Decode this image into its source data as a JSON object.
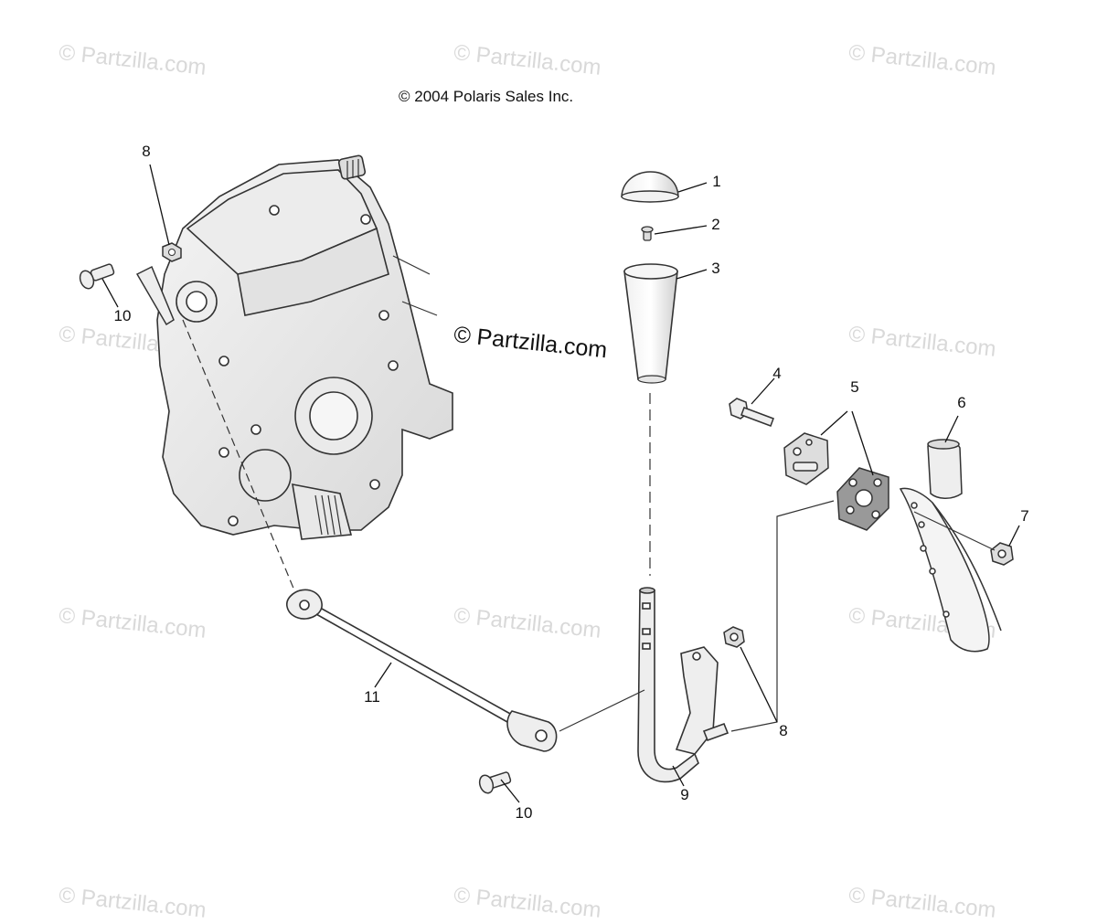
{
  "copyright": "© 2004 Polaris Sales Inc.",
  "watermark_text": "© Partzilla.com",
  "center_watermark": "© Partzilla.com",
  "callouts": [
    {
      "id": "callout-1",
      "label": "1"
    },
    {
      "id": "callout-2",
      "label": "2"
    },
    {
      "id": "callout-3",
      "label": "3"
    },
    {
      "id": "callout-4",
      "label": "4"
    },
    {
      "id": "callout-5",
      "label": "5"
    },
    {
      "id": "callout-6",
      "label": "6"
    },
    {
      "id": "callout-7",
      "label": "7"
    },
    {
      "id": "callout-8a",
      "label": "8"
    },
    {
      "id": "callout-8b",
      "label": "8"
    },
    {
      "id": "callout-9",
      "label": "9"
    },
    {
      "id": "callout-10a",
      "label": "10"
    },
    {
      "id": "callout-10b",
      "label": "10"
    },
    {
      "id": "callout-11",
      "label": "11"
    }
  ]
}
